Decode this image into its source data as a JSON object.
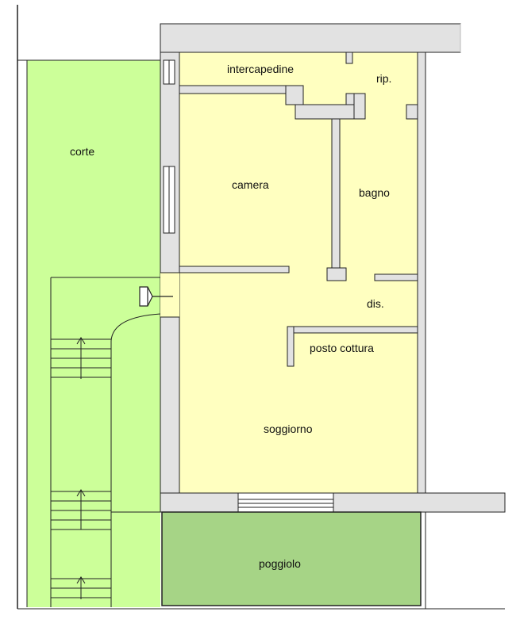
{
  "rooms": {
    "intercapedine": "intercapedine",
    "rip": "rip.",
    "camera": "camera",
    "bagno": "bagno",
    "dis": "dis.",
    "posto_cottura": "posto cottura",
    "soggiorno": "soggiorno",
    "corte": "corte",
    "poggiolo": "poggiolo"
  },
  "colors": {
    "interior": "#ffffc0",
    "courtyard": "#ccff99",
    "balcony": "#a6d486",
    "wall": "#e2e2e2",
    "line": "#222222"
  }
}
